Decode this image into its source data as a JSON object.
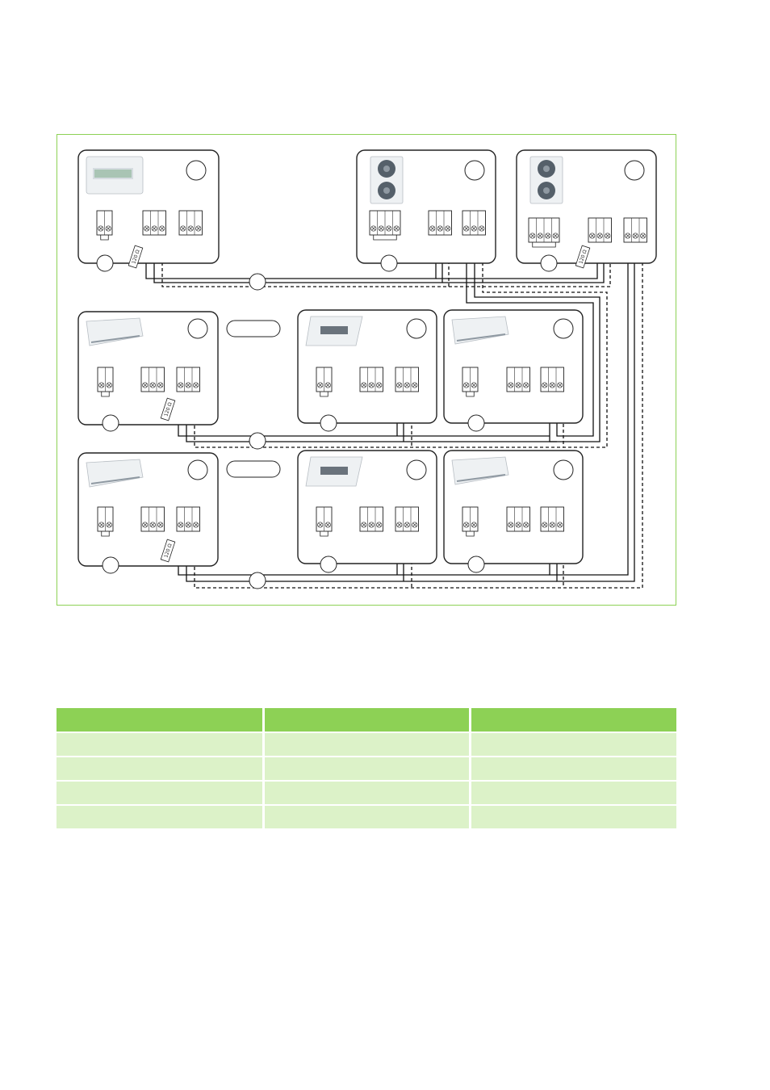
{
  "diagram": {
    "resistor_label": "120 Ω",
    "units": [
      {
        "id": "wired-controller",
        "kind": "controller",
        "terminal_blocks": [
          2,
          3,
          3
        ]
      },
      {
        "id": "outdoor-unit-1",
        "kind": "outdoor",
        "terminal_blocks": [
          4,
          3,
          3
        ]
      },
      {
        "id": "outdoor-unit-2",
        "kind": "outdoor",
        "terminal_blocks": [
          4,
          3,
          3
        ]
      },
      {
        "id": "indoor-wall-1",
        "kind": "wall",
        "terminal_blocks": [
          2,
          3,
          3
        ]
      },
      {
        "id": "indoor-cassette-1",
        "kind": "cassette",
        "terminal_blocks": [
          2,
          3,
          3
        ]
      },
      {
        "id": "indoor-wall-2",
        "kind": "wall",
        "terminal_blocks": [
          2,
          3,
          3
        ]
      },
      {
        "id": "indoor-wall-3",
        "kind": "wall",
        "terminal_blocks": [
          2,
          3,
          3
        ]
      },
      {
        "id": "indoor-cassette-2",
        "kind": "cassette",
        "terminal_blocks": [
          2,
          3,
          3
        ]
      },
      {
        "id": "indoor-wall-4",
        "kind": "wall",
        "terminal_blocks": [
          2,
          3,
          3
        ]
      }
    ]
  },
  "table": {
    "header": [
      "",
      "",
      ""
    ],
    "rows": [
      [
        "",
        "",
        ""
      ],
      [
        "",
        "",
        ""
      ],
      [
        "",
        "",
        ""
      ],
      [
        "",
        "",
        ""
      ]
    ]
  },
  "colors": {
    "frame": "#8dd155",
    "header_fill": "#8dd155",
    "row_fill": "#dcf2c8"
  }
}
